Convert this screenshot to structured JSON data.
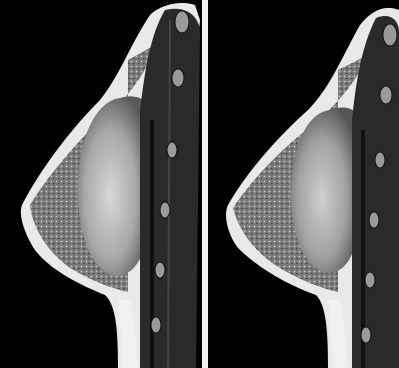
{
  "figure": {
    "panels": [
      {
        "id": "left-panel",
        "icon": "breast-implant-cross-section"
      },
      {
        "id": "right-panel",
        "icon": "breast-implant-cross-section"
      }
    ],
    "colors": {
      "background": "#000000",
      "skin": "#e6e6e6",
      "tissue": "#8f8f8f",
      "implant": "#bdbdbd",
      "muscle": "#2a2a2a",
      "divider": "#f2f2f2"
    }
  }
}
